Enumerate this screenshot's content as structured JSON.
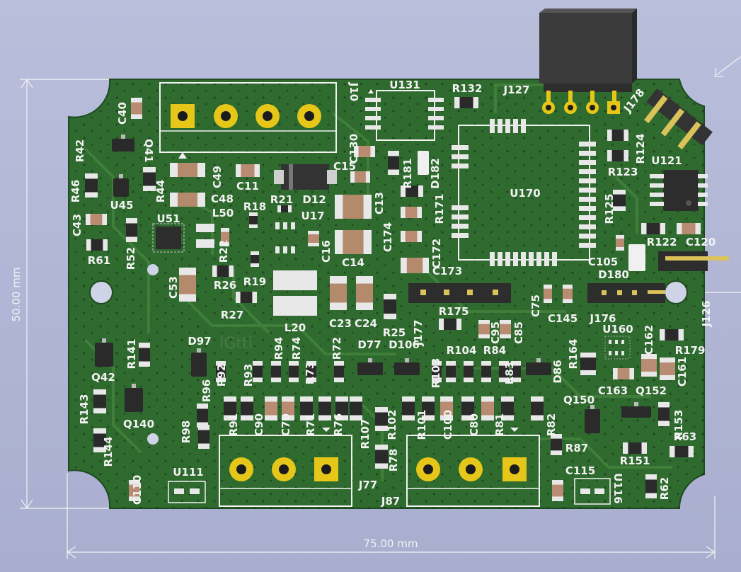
{
  "board": {
    "width_label": "75.00 mm",
    "height_label": "50.00 mm",
    "silkscreen_logo": "IGtti",
    "colors": {
      "background": "#b4b9d6",
      "soldermask": "#2f6b2e",
      "copper": "#3c7a38",
      "pad": "#e6c619",
      "silk": "#f2f2f2"
    }
  },
  "refs": {
    "J10": "J10",
    "U131": "U131",
    "R132": "R132",
    "J127": "J127",
    "J178": "J178",
    "C40": "C40",
    "R42": "R42",
    "Q41": "Q41",
    "C130": "C130",
    "R181": "R181",
    "D182": "D182",
    "R124": "R124",
    "U121": "U121",
    "R123": "R123",
    "R46": "R46",
    "R44": "R44",
    "C49": "C49",
    "C11": "C11",
    "C15": "C15",
    "U45": "U45",
    "C48": "C48",
    "R21": "R21",
    "D12": "D12",
    "C13": "C13",
    "R171": "R171",
    "U170": "U170",
    "R125": "R125",
    "C43": "C43",
    "U51": "U51",
    "L50": "L50",
    "R18": "R18",
    "U17": "U17",
    "C174": "C174",
    "R52": "R52",
    "R22": "R22",
    "C16": "C16",
    "C172": "C172",
    "R122": "R122",
    "C120": "C120",
    "R61": "R61",
    "C14": "C14",
    "C105": "C105",
    "D180": "D180",
    "C53": "C53",
    "R26": "R26",
    "R19": "R19",
    "C173": "C173",
    "J126": "J126",
    "R27": "R27",
    "R175": "R175",
    "C75": "C75",
    "C145": "C145",
    "J176": "J176",
    "C23": "C23",
    "C24": "C24",
    "J177": "J177",
    "C95": "C95",
    "C85": "C85",
    "U160": "U160",
    "L20": "L20",
    "R25": "R25",
    "C162": "C162",
    "R179": "R179",
    "R141": "R141",
    "D97": "D97",
    "R94": "R94",
    "R74": "R74",
    "R72": "R72",
    "D77": "D77",
    "D106": "D106",
    "R104": "R104",
    "R84": "R84",
    "R164": "R164",
    "Q42": "Q42",
    "R92": "R92",
    "R93": "R93",
    "R73": "R73",
    "R103": "R103",
    "R83": "R83",
    "D86": "D86",
    "C161": "C161",
    "C163": "C163",
    "Q152": "Q152",
    "R96": "R96",
    "R143": "R143",
    "R91": "R91",
    "C90": "C90",
    "C70": "C70",
    "R71": "R71",
    "R76": "R76",
    "R107": "R107",
    "R102": "R102",
    "R101": "R101",
    "C100": "C100",
    "C80": "C80",
    "R81": "R81",
    "R82": "R82",
    "Q150": "Q150",
    "R153": "R153",
    "Q140": "Q140",
    "R98": "R98",
    "R144": "R144",
    "R63": "R63",
    "R87": "R87",
    "R151": "R151",
    "R78": "R78",
    "U111": "U111",
    "C115": "C115",
    "C110": "C110",
    "U116": "U116",
    "R62": "R62",
    "J77": "J77",
    "J87": "J87"
  }
}
